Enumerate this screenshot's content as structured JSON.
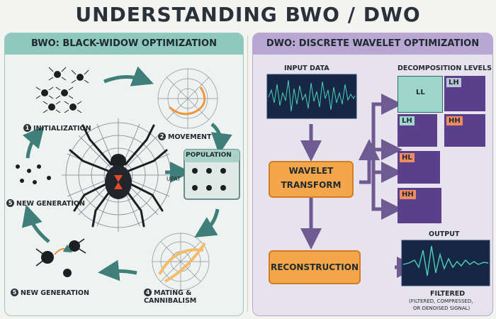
{
  "title": "UNDERSTANDING BWO / DWO",
  "bwo": {
    "header": "BWO: BLACK-WIDOW OPTIMIZATION",
    "steps": {
      "initialization": {
        "num": "1",
        "label": "INITIALIZATION"
      },
      "movement": {
        "num": "2",
        "label": "MOVEMENT"
      },
      "mating": {
        "num": "4",
        "label": "MATING &",
        "label2": "CANNIBALISM"
      },
      "new_generation_bottom": {
        "num": "5",
        "label": "NEW GENERATION"
      },
      "new_generation_left": {
        "num": "5",
        "label": "NEW GENERATION"
      }
    },
    "population_label": "POPULATION",
    "update_label": "UPAT"
  },
  "dwo": {
    "header": "DWO: DISCRETE WAVELET OPTIMIZATION",
    "input_label": "INPUT DATA",
    "decomposition_label": "DECOMPOSITION LEVELS",
    "wavelet_label": "WAVELET",
    "transform_label": "TRANSFORM",
    "reconstruction_label": "RECONSTRUCTION",
    "output_label": "OUTPUT",
    "filtered_label": "FILTERED",
    "filtered_note1": "(FILTERED, COMPRESSED,",
    "filtered_note2": "OR DENOISED SIGNAL)",
    "tiles": {
      "ll": "LL",
      "lh": "LH",
      "lh2": "LH",
      "hh": "HH",
      "hl": "HL",
      "hh2": "HH"
    }
  },
  "colors": {
    "teal": "#8fc9bd",
    "purple": "#b9a6d2",
    "orange": "#f5a64a",
    "arrow_teal": "#3f7f7a",
    "arrow_purple": "#6f5a92",
    "signal": "#4fd1b8"
  }
}
